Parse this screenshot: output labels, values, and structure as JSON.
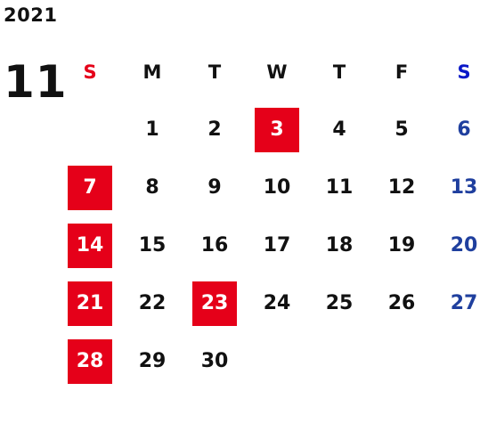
{
  "year": "2021",
  "month": "11",
  "colors": {
    "holiday_bg": "#e50019",
    "sunday_text": "#e50019",
    "saturday_header": "#0a18c8",
    "saturday_text": "#1f3f9e",
    "weekday_text": "#111111"
  },
  "weekdays": [
    "S",
    "M",
    "T",
    "W",
    "T",
    "F",
    "S"
  ],
  "first_weekday_index": 1,
  "days_in_month": 30,
  "holidays": [
    3,
    7,
    14,
    21,
    23,
    28
  ]
}
